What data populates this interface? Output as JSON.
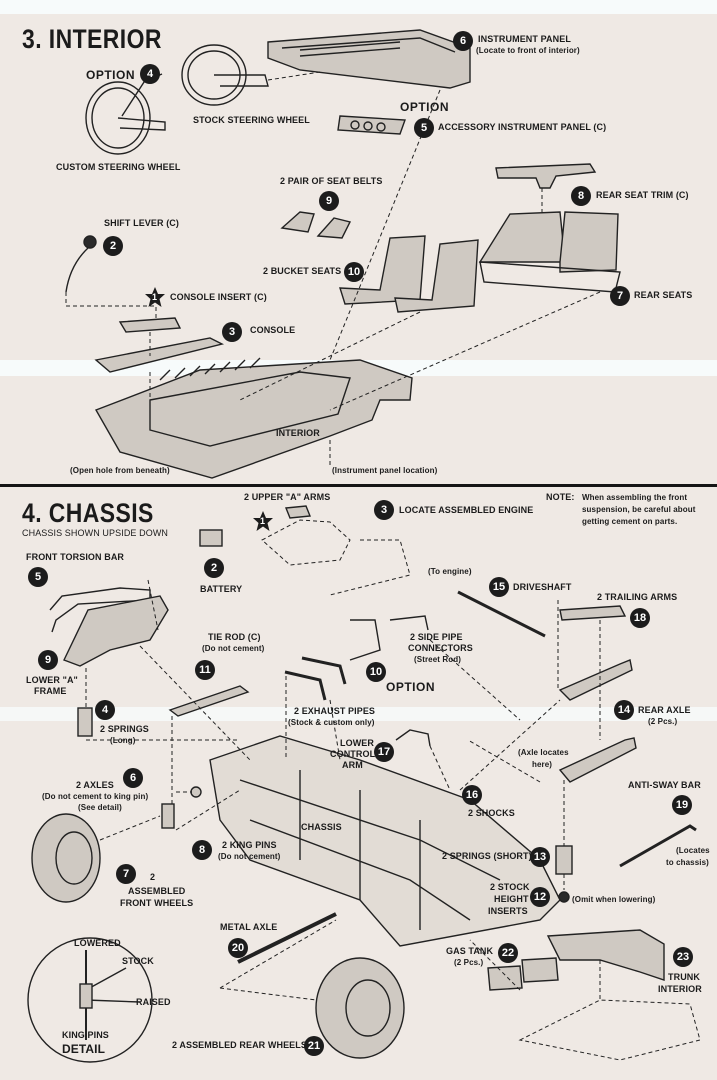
{
  "sections": {
    "interior": {
      "title": "3. INTERIOR"
    },
    "chassis": {
      "title": "4. CHASSIS",
      "subtitle": "CHASSIS SHOWN UPSIDE DOWN"
    }
  },
  "note": {
    "label": "NOTE:",
    "text_1": "When assembling the front",
    "text_2": "suspension, be careful about",
    "text_3": "getting cement on parts."
  },
  "interior_parts": {
    "p6": {
      "num": "6",
      "name": "INSTRUMENT PANEL",
      "note": "(Locate to front of interior)"
    },
    "option_top": "OPTION",
    "p4": {
      "num": "4"
    },
    "stock_wheel": "STOCK STEERING WHEEL",
    "custom_wheel": "CUSTOM STEERING WHEEL",
    "option_mid": "OPTION",
    "p5": {
      "num": "5",
      "name": "ACCESSORY INSTRUMENT PANEL (C)"
    },
    "p9": {
      "num": "9",
      "name": "2 PAIR OF SEAT BELTS"
    },
    "p8": {
      "num": "8",
      "name": "REAR SEAT TRIM (C)"
    },
    "p2": {
      "num": "2",
      "name": "SHIFT LEVER (C)"
    },
    "p10": {
      "num": "10",
      "name": "2 BUCKET SEATS"
    },
    "p1": {
      "num": "1",
      "name": "CONSOLE INSERT (C)"
    },
    "p7": {
      "num": "7",
      "name": "REAR SEATS"
    },
    "p3": {
      "num": "3",
      "name": "CONSOLE"
    },
    "interior": "INTERIOR",
    "hole": "(Open hole from beneath)",
    "panel_loc": "(Instrument panel location)"
  },
  "chassis_parts": {
    "p1": {
      "num": "1",
      "name": "2 UPPER \"A\" ARMS"
    },
    "p3": {
      "num": "3",
      "name": "LOCATE ASSEMBLED ENGINE"
    },
    "p5": {
      "num": "5",
      "name": "FRONT TORSION BAR"
    },
    "p2": {
      "num": "2",
      "name": "BATTERY"
    },
    "to_engine": "(To engine)",
    "p15": {
      "num": "15",
      "name": "DRIVESHAFT"
    },
    "p18": {
      "num": "18",
      "name": "2 TRAILING ARMS"
    },
    "p11": {
      "num": "11",
      "name": "TIE ROD (C)",
      "note": "(Do not cement)"
    },
    "side_pipe": {
      "line1": "2 SIDE PIPE",
      "line2": "CONNECTORS",
      "line3": "(Street Rod)"
    },
    "p9": {
      "num": "9",
      "name_1": "LOWER \"A\"",
      "name_2": "FRAME"
    },
    "p10": {
      "num": "10"
    },
    "option": "OPTION",
    "p4": {
      "num": "4",
      "name_1": "2 SPRINGS",
      "name_2": "(Long)"
    },
    "exhaust": {
      "line1": "2 EXHAUST PIPES",
      "line2": "(Stock & custom only)"
    },
    "p14": {
      "num": "14",
      "name": "REAR AXLE",
      "note": "(2 Pcs.)"
    },
    "p17": {
      "num": "17",
      "name_1": "LOWER",
      "name_2": "CONTROL",
      "name_3": "ARM"
    },
    "axle_loc": {
      "line1": "(Axle locates",
      "line2": "here)"
    },
    "anti_sway": "ANTI-SWAY BAR",
    "p6": {
      "num": "6",
      "name": "2 AXLES",
      "note_1": "(Do not cement to king pin)",
      "note_2": "(See detail)"
    },
    "p16": {
      "num": "16",
      "name": "2 SHOCKS"
    },
    "p19": {
      "num": "19",
      "note_1": "(Locates",
      "note_2": "to chassis)"
    },
    "chassis": "CHASSIS",
    "p8": {
      "num": "8",
      "name": "2 KING PINS",
      "note": "(Do not cement)"
    },
    "p13": {
      "num": "13",
      "name": "2 SPRINGS (Short)"
    },
    "p7": {
      "num": "7",
      "name_1": "2",
      "name_2": "ASSEMBLED",
      "name_3": "FRONT WHEELS"
    },
    "p12": {
      "num": "12",
      "name_1": "2 STOCK",
      "name_2": "HEIGHT",
      "name_3": "INSERTS",
      "note": "(Omit when lowering)"
    },
    "p20": {
      "num": "20",
      "name": "METAL AXLE"
    },
    "p22": {
      "num": "22",
      "name": "GAS TANK",
      "note": "(2 Pcs.)"
    },
    "p23": {
      "num": "23",
      "name_1": "TRUNK",
      "name_2": "INTERIOR"
    },
    "p21": {
      "num": "21",
      "name": "2 ASSEMBLED REAR WHEELS"
    }
  },
  "detail": {
    "lowered": "LOWERED",
    "stock": "STOCK",
    "raised": "RAISED",
    "king_pins": "KING PINS",
    "title": "DETAIL"
  }
}
